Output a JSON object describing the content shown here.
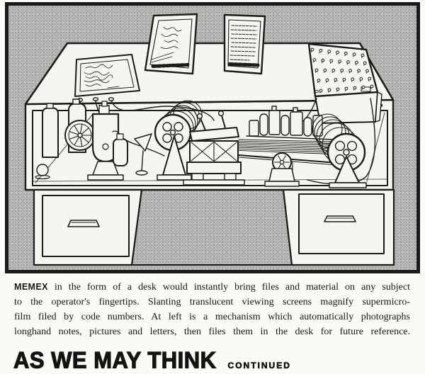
{
  "figure": {
    "description": "Cutaway drawing of the Memex desk",
    "colors": {
      "halftone": "#b4b7b3",
      "paper": "#f7f5ef",
      "ink": "#1c1c1a",
      "frame": "#1a1a18"
    },
    "keyboard": {
      "rows": 5,
      "cols": 7
    },
    "parts": {
      "writing_pad": "writing-pad",
      "screen_left": "picture-viewing-screen",
      "screen_right": "text-viewing-screen",
      "keyboard": "code-keyboard",
      "camera_unit": "photographing-mechanism",
      "left_reel": "microfilm-reel-left",
      "carriage": "selector-carriage",
      "right_reel": "microfilm-reel-right",
      "drawers": "file-drawers"
    }
  },
  "caption": {
    "lead": "MEMEX",
    "lines": [
      " in the form of a desk would instantly bring files and material on any subject",
      "to the operator's fingertips. Slanting translucent viewing screens magnify supermicro-",
      "film filed by code numbers. At left is a mechanism which automatically photographs",
      "longhand notes, pictures and letters, then files them in the desk for future reference."
    ]
  },
  "headline": {
    "title": "AS WE MAY THINK",
    "continued": "CONTINUED"
  }
}
